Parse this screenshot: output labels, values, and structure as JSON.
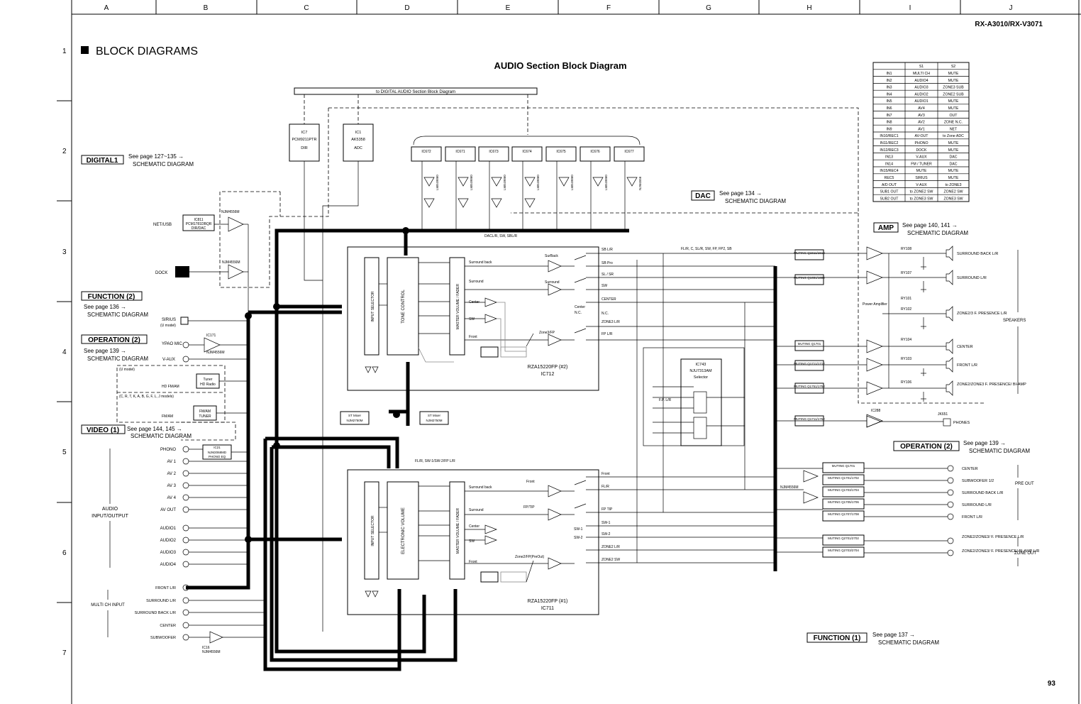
{
  "header": {
    "columns": [
      "A",
      "B",
      "C",
      "D",
      "E",
      "F",
      "G",
      "H",
      "I",
      "J"
    ],
    "rows": [
      "1",
      "2",
      "3",
      "4",
      "5",
      "6",
      "7"
    ],
    "model": "RX-A3010/RX-V3071",
    "page_number": "93"
  },
  "section_title": "BLOCK DIAGRAMS",
  "diagram_title": "AUDIO Section Block Diagram",
  "top_bus_label": "to DIGITAL AUDIO Section Block Diagram",
  "refs": [
    {
      "tag": "DIGITAL1",
      "page": "See page 127~135 →",
      "kind": "SCHEMATIC DIAGRAM"
    },
    {
      "tag": "FUNCTION (2)",
      "page": "See page 136 →",
      "kind": "SCHEMATIC DIAGRAM"
    },
    {
      "tag": "OPERATION (2)",
      "page": "See page 139 →",
      "kind": "SCHEMATIC DIAGRAM"
    },
    {
      "tag": "VIDEO (1)",
      "page": "See page 144, 145 →",
      "kind": "SCHEMATIC DIAGRAM"
    },
    {
      "tag": "DAC",
      "page": "See page 134 →",
      "kind": "SCHEMATIC DIAGRAM"
    },
    {
      "tag": "AMP",
      "page": "See page 140, 141 →",
      "kind": "SCHEMATIC DIAGRAM"
    },
    {
      "tag": "OPERATION (2)",
      "page": "See page 139 →",
      "kind": "SCHEMATIC DIAGRAM"
    },
    {
      "tag": "FUNCTION (1)",
      "page": "See page 137 →",
      "kind": "SCHEMATIC DIAGRAM"
    }
  ],
  "ic_blocks": {
    "dir": [
      "IC7",
      "PCM9211PTR",
      "DIR"
    ],
    "adc": [
      "IC1",
      "AK5358",
      "ADC"
    ],
    "dac_chips": [
      "IC672",
      "IC671",
      "IC673",
      "IC674",
      "IC675",
      "IC676",
      "IC677"
    ],
    "dac_ops": [
      "LME49860",
      "LME49860",
      "LME49860",
      "LME49860",
      "LME49860",
      "LME49860",
      "NJM4556"
    ],
    "net_usb_ic": [
      "IC811",
      "PCM1781DBQR",
      "DIR/DAC"
    ],
    "usb_amp": "NJM4556M",
    "dock_amp": "NJM4556M",
    "mic_amp": [
      "IC171",
      "NJM4556M"
    ],
    "hd_tuner": [
      "Tuner",
      "HD Radio"
    ],
    "am_tuner": [
      "FM/AM",
      "TUNER"
    ],
    "phono_eq": [
      "IC21",
      "NJM2068MD",
      "PHONO EQ"
    ],
    "sub_amp": [
      "IC16",
      "NJM4556M"
    ],
    "sel_ic": [
      "IC743",
      "NJU7313AM",
      "Selector"
    ],
    "mix_ic": [
      "ST Mixer",
      "NJM2750M"
    ],
    "mix_ic2": [
      "ST Mixer",
      "NJM2750M"
    ],
    "mute_amp": "NJM4556M",
    "power_amp_label": "Power Amplifier",
    "phones_amp": "IC288"
  },
  "vol_ic_upper": [
    "RZA15220FP (#2)",
    "IC712"
  ],
  "vol_ic_lower": [
    "RZA15220FP (#1)",
    "IC711"
  ],
  "upper_blocks": [
    "INPUT SELECTOR",
    "TONE CONTROL",
    "MASTER VOLUME / FADER"
  ],
  "lower_blocks": [
    "INPUT SELECTOR",
    "ELECTRONIC VOLUME",
    "MASTER VOLUME / FADER"
  ],
  "upper_channels": [
    "Surround back",
    "Surround",
    "Center",
    "SW",
    "Front"
  ],
  "upper_sw_labels": [
    "SurBack",
    "Surround",
    "Center",
    "Zone3/FP",
    "N.C."
  ],
  "upper_outputs": [
    "SB L/R",
    "SB Pro",
    "SL / SR",
    "SW",
    "CENTER",
    "N.C.",
    "ZONE3 L/R",
    "FP L/R"
  ],
  "lower_channels": [
    "Surround back",
    "Surround",
    "Center",
    "SW",
    "Front"
  ],
  "lower_sw_labels": [
    "Front",
    "FP/TIP",
    "SW-1",
    "SW-2",
    "Zone2/FP(PreOut)"
  ],
  "lower_outputs": [
    "Front",
    "FL/R",
    "FP TIP",
    "SW-1",
    "SW-2",
    "ZONE2 L/R",
    "ZONE2 SW"
  ],
  "inputs_left": [
    "NET/USB",
    "DOCK",
    "SIRIUS",
    "(U model)",
    "YPAO MIC",
    "V-AUX",
    "(U model)",
    "(C, R, T, K, A, B, G, F, L, J models)"
  ],
  "tuner_labels": [
    "HD FM/AM",
    "FM/AM"
  ],
  "audio_io_label": [
    "AUDIO",
    "INPUT/OUTPUT"
  ],
  "audio_inputs": [
    "PHONO",
    "AV 1",
    "AV 2",
    "AV 3",
    "AV 4",
    "AV OUT",
    "AUDIO1",
    "AUDIO2",
    "AUDIO3",
    "AUDIO4"
  ],
  "multi_label": "MULTI CH INPUT",
  "multi_inputs": [
    "FRONT L/R",
    "SURROUND L/R",
    "SURROUND BACK L/R",
    "CENTER",
    "SUBWOOFER"
  ],
  "speakers_label": "SPEAKERS",
  "speaker_outputs": [
    "SURROUND BACK L/R",
    "SURROUND L/R",
    "ZONE2/3 F. PRESENCE L/R",
    "CENTER",
    "FRONT L/R",
    "ZONE2/ZONE3 F. PRESENCE/ BI-AMP"
  ],
  "relays": [
    "RY108",
    "RY107",
    "RY101",
    "RY102",
    "RY104",
    "RY103",
    "RY106"
  ],
  "mute_blocks": [
    "MUTING Q1611/1612",
    "MUTING Q1651/1652",
    "MUTING Q1701",
    "MUTING Q1711/1712",
    "MUTING Q1751/1752",
    "MUTING Q1711/1752"
  ],
  "phones_label": "PHONES",
  "phones_jack": "JK651",
  "preout_label": "PRE OUT",
  "preout_outputs": [
    "CENTER",
    "SUBWOOFER 1/2",
    "SURROUND BACK L/R",
    "SURROUND L/R",
    "FRONT L/R"
  ],
  "preout_mutes": [
    "MUTING Q1701",
    "MUTING Q1701/1702",
    "MUTING Q1703/1704",
    "MUTING Q1705/1706",
    "MUTING Q1707/1708"
  ],
  "zone_label": "ZONE OUT",
  "zone_outputs": [
    "ZONE2/ZONE3/ F. PRESENCE L/R",
    "ZONE2/ZONE3/ F. PRESENCE/ BI-AMP L/R"
  ],
  "zone_mutes": [
    "MUTING Q2701/2702",
    "MUTING Q2703/2704"
  ],
  "table": {
    "headers": [
      "",
      "S1",
      "S2"
    ],
    "rows": [
      [
        "IN1",
        "MULTI CH",
        "MUTE"
      ],
      [
        "IN2",
        "AUDIO4",
        "MUTE"
      ],
      [
        "IN3",
        "AUDIO3",
        "ZONE3 SUB"
      ],
      [
        "IN4",
        "AUDIO2",
        "ZONE2 SUB"
      ],
      [
        "IN5",
        "AUDIO1",
        "MUTE"
      ],
      [
        "IN6",
        "AV4",
        "MUTE"
      ],
      [
        "IN7",
        "AV3",
        "OUT"
      ],
      [
        "IN8",
        "AV2",
        "ZONE N.C."
      ],
      [
        "IN9",
        "AV1",
        "NET"
      ],
      [
        "IN10/REC1",
        "AV-OUT",
        "to Zone ADC"
      ],
      [
        "IN11/REC2",
        "PHONO",
        "MUTE"
      ],
      [
        "IN12/REC3",
        "DOCK",
        "MUTE"
      ],
      [
        "IN13",
        "V-AUX",
        "DAC"
      ],
      [
        "IN14",
        "FM / TUNER",
        "DAC"
      ],
      [
        "IN15/REC4",
        "MUTE",
        "MUTE"
      ],
      [
        "REC5",
        "SIRIUS",
        "MUTE"
      ],
      [
        "A/D OUT",
        "V-AUX",
        "to ZONE3"
      ],
      [
        "SUB1 OUT",
        "to ZONE2 SW",
        "ZONE2 SW"
      ],
      [
        "SUB2 OUT",
        "to ZONE3 SW",
        "ZONE3 SW"
      ]
    ]
  },
  "misc_labels": {
    "dac_bus": "DACL/R, SW, SBL/R",
    "out_bus": "FL/R, C, SL/R, SW, FP, FP2, SB",
    "fp_note": "FL/R, SW-1/SW-2/FP L/R",
    "sel_note": "F.P. L/R"
  },
  "colors": {
    "ink": "#000000",
    "paper": "#ffffff",
    "gray": "#888888"
  }
}
